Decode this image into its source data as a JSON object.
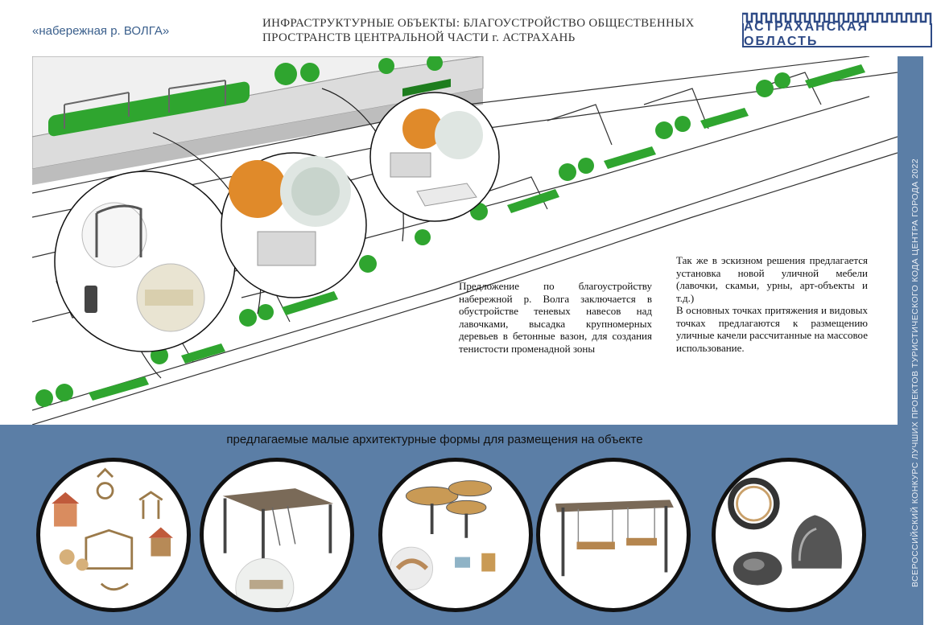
{
  "header": {
    "location_title": "«набережная р. ВОЛГА»",
    "main_title": "ИНФРАСТРУКТУРНЫЕ ОБЪЕКТЫ: БЛАГОУСТРОЙСТВО ОБЩЕСТВЕННЫХ ПРОСТРАНСТВ ЦЕНТРАЛЬНОЙ ЧАСТИ г. АСТРАХАНЬ",
    "logo_text": "АСТРАХАНСКАЯ ОБЛАСТЬ"
  },
  "side_label": "ВСЕРОССИЙСКИЙ КОНКУРС ЛУЧШИХ ПРОЕКТОВ ТУРИСТИЧЕСКОГО КОДА ЦЕНТРА ГОРОДА 2022",
  "proposal_text": "Предложение по благоустройству набережной р. Волга заключается в обустройстве теневых навесов над лавочками, высадка крупномерных деревьев в бетонные вазон, для создания тенистости променадной зоны",
  "furniture_text_1": "Так же в эскизном решения предлагается установка новой уличной мебели (лавочки, скамьи, урны, арт-объекты и т.д.)",
  "furniture_text_2": "В основных точках притяжения и видовых точках предлагаются к размещению уличные качели рассчитанные на массовое использование.",
  "bottom_caption": "предлагаемые  малые архитектурные формы для размещения на объекте",
  "colors": {
    "accent_blue": "#5b7ea6",
    "logo_blue": "#2e4a86",
    "greenery": "#2fa52f"
  }
}
